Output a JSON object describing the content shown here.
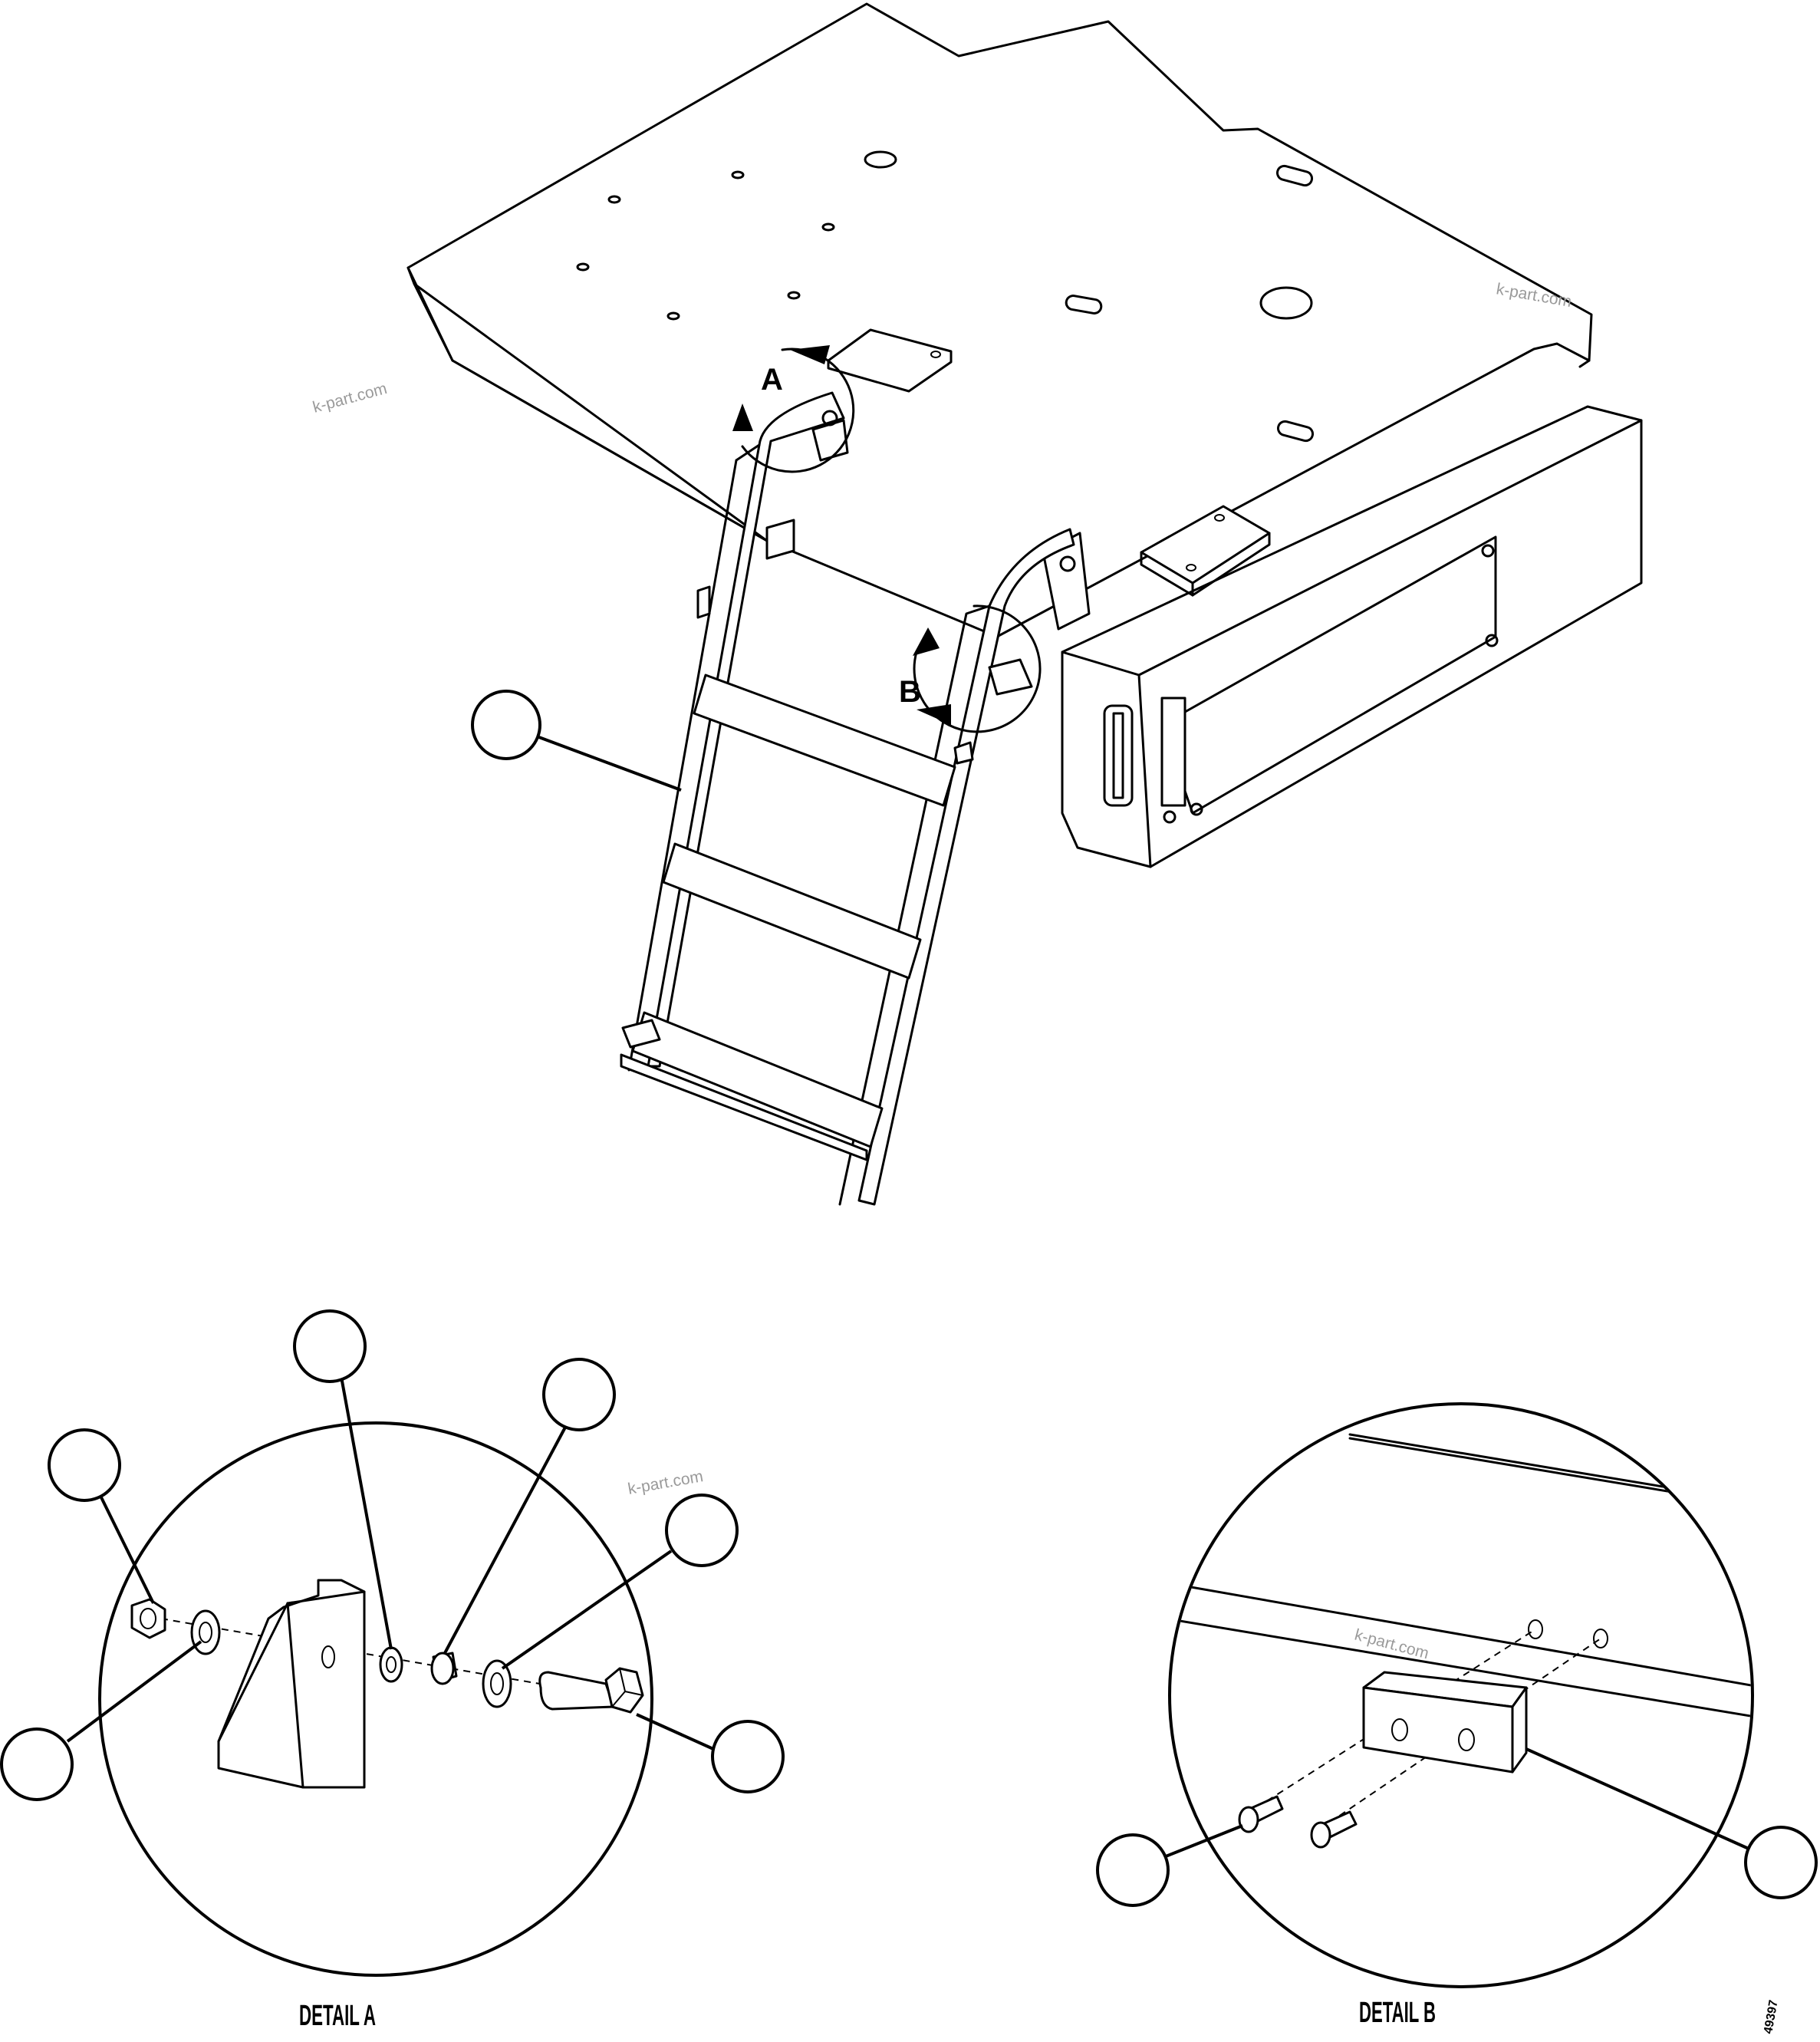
{
  "callouts": {
    "detail_a_ref": "A",
    "detail_b_ref": "B"
  },
  "captions": {
    "detail_a": "DETAIL A",
    "detail_b": "DETAIL B"
  },
  "watermark": "k-part.com",
  "document_number": "49397"
}
